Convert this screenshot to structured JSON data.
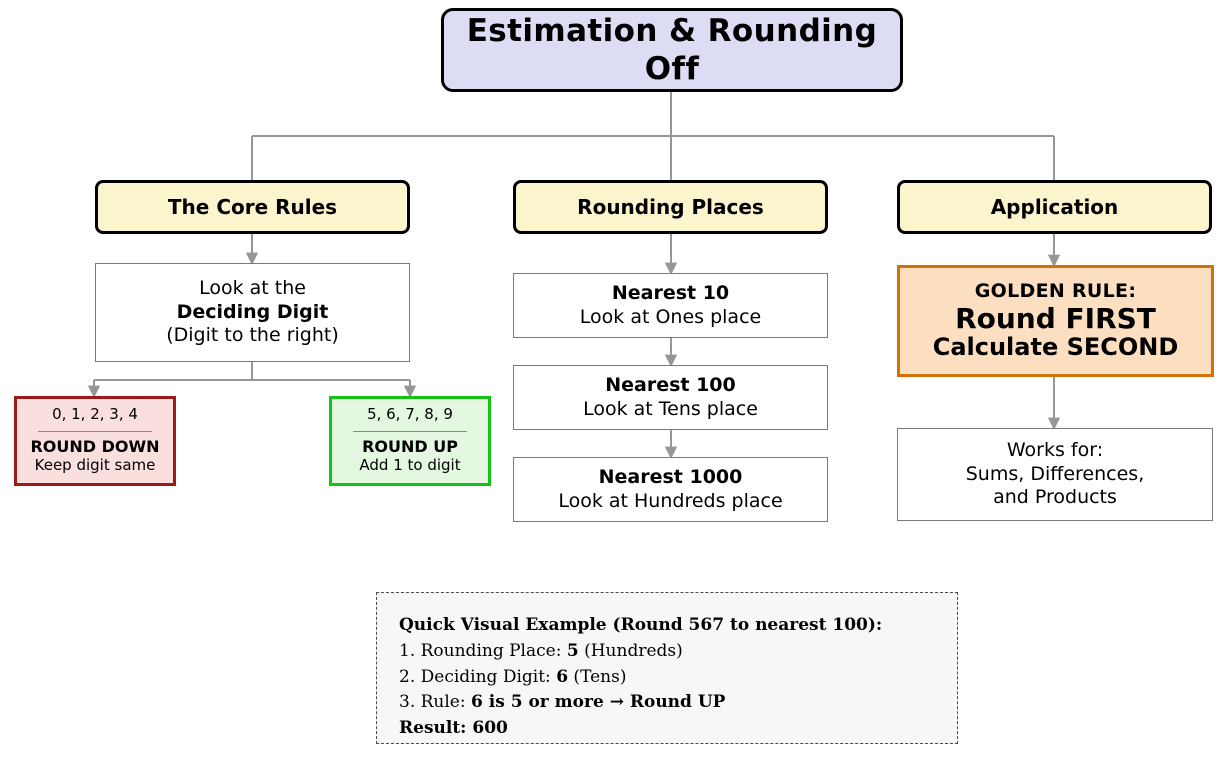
{
  "diagram": {
    "title": "Estimation & Rounding Off",
    "branches": [
      {
        "header": "The Core Rules",
        "detail": {
          "line1": "Look at the",
          "line2": "Deciding Digit",
          "line3": "(Digit to the right)"
        },
        "outcomes": [
          {
            "digits": "0, 1, 2, 3, 4",
            "action": "ROUND DOWN",
            "detail": "Keep digit same",
            "fill": "#fadfdf",
            "border": "#9e1a1a"
          },
          {
            "digits": "5, 6, 7, 8, 9",
            "action": "ROUND UP",
            "detail": "Add 1 to digit",
            "fill": "#e4f7e0",
            "border": "#16c216"
          }
        ]
      },
      {
        "header": "Rounding Places",
        "steps": [
          {
            "title": "Nearest 10",
            "detail": "Look at Ones place"
          },
          {
            "title": "Nearest 100",
            "detail": "Look at Tens place"
          },
          {
            "title": "Nearest 1000",
            "detail": "Look at Hundreds place"
          }
        ]
      },
      {
        "header": "Application",
        "golden": {
          "label": "GOLDEN RULE:",
          "line1": "Round FIRST",
          "line2": "Calculate SECOND",
          "fill": "#fbdfc0",
          "border": "#d2720a"
        },
        "works": {
          "line1": "Works for:",
          "line2": "Sums, Differences,",
          "line3": "and Products"
        }
      }
    ],
    "example": {
      "heading": "Quick Visual Example (Round 567 to nearest 100):",
      "step1_label": "1. Rounding Place: ",
      "step1_value": "5",
      "step1_tail": " (Hundreds)",
      "step2_label": "2. Deciding Digit: ",
      "step2_value": "6",
      "step2_tail": " (Tens)",
      "step3_label": "3. Rule: ",
      "step3_value": "6 is 5 or more → Round UP",
      "result": "Result: 600"
    },
    "colors": {
      "title_fill": "#dcdcf5",
      "category_fill": "#fbf5cd",
      "connector": "#969696",
      "box_border": "#7a7a7a"
    }
  }
}
